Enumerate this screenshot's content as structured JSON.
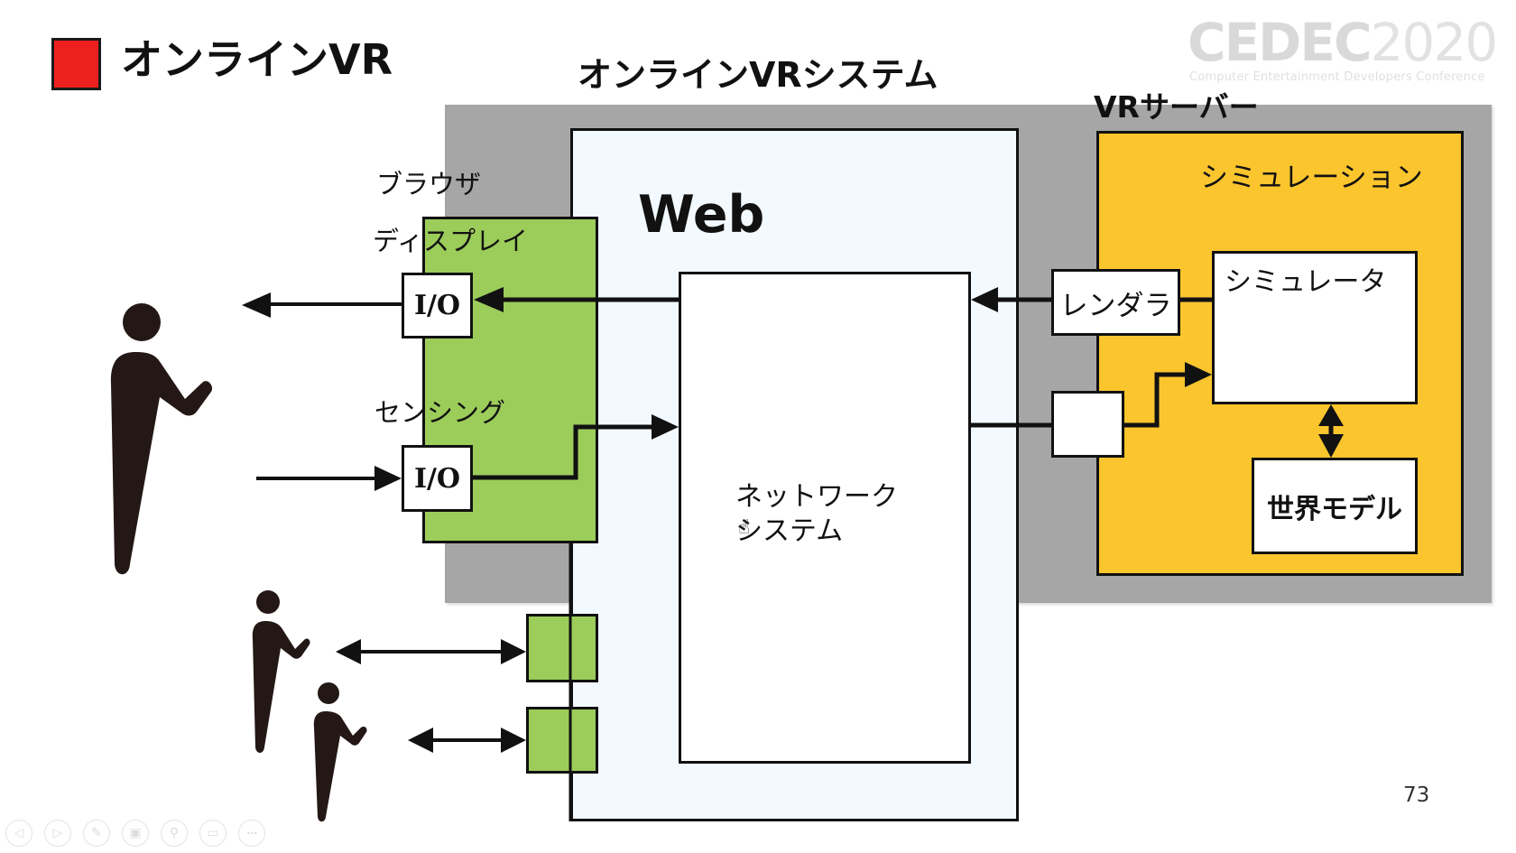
{
  "slide": {
    "title": "オンラインVR",
    "title_marker_color": "#ee1f1f",
    "page_number": "73"
  },
  "logo": {
    "name_bold": "CEDEC",
    "year": "2020",
    "subtitle": "Computer Entertainment Developers Conference"
  },
  "diagram": {
    "system_title": "オンラインVRシステム",
    "web_label": "Web",
    "network_label_line1": "ネットワーク",
    "network_label_line2": "システム",
    "browser_label": "ブラウザ",
    "display_label": "ディスプレイ",
    "sensing_label": "センシング",
    "io_display_label": "I/O",
    "io_sensing_label": "I/O",
    "vr_server_label": "VRサーバー",
    "simulation_label": "シミュレーション",
    "renderer_label": "レンダラ",
    "simulator_label": "シミュレータ",
    "world_model_label": "世界モデル",
    "colors": {
      "system_background": "#a6a6a6",
      "web": "#f3faff",
      "browser": "#9ccc5a",
      "simulation": "#fbc52e",
      "figure": "#231815"
    }
  },
  "toolbar": {
    "items": [
      {
        "name": "previous-slide",
        "glyph": "◁"
      },
      {
        "name": "next-slide",
        "glyph": "▷"
      },
      {
        "name": "pen",
        "glyph": "✎"
      },
      {
        "name": "slides-overview",
        "glyph": "▣"
      },
      {
        "name": "zoom",
        "glyph": "⚲"
      },
      {
        "name": "subtitles",
        "glyph": "▭"
      },
      {
        "name": "more-options",
        "glyph": "•••"
      }
    ]
  }
}
